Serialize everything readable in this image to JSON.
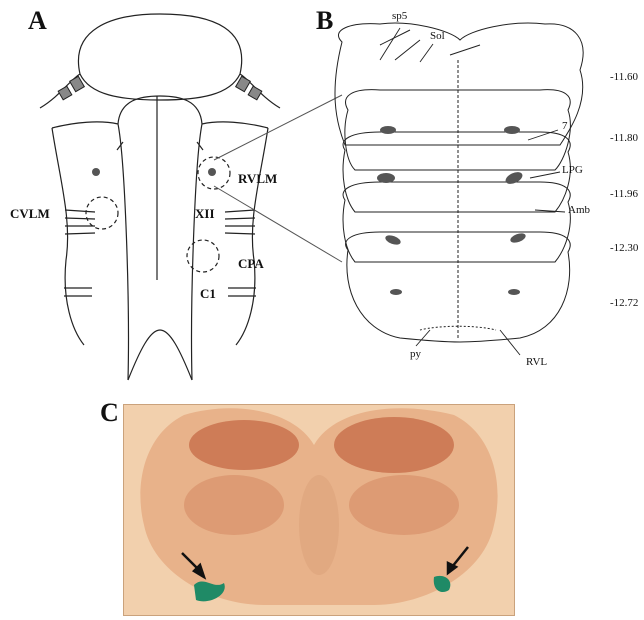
{
  "panels": {
    "a": "A",
    "b": "B",
    "c": "C"
  },
  "panel_a": {
    "labels": {
      "rvlm": "RVLM",
      "cvlm": "CVLM",
      "xii": "XII",
      "cpa": "CPA",
      "c1": "C1"
    }
  },
  "panel_b": {
    "labels": {
      "sp5": "sp5",
      "sol": "Sol",
      "n7": "7",
      "lpg": "LPG",
      "amb": "Amb",
      "py": "py",
      "rvl": "RVL"
    },
    "coordinates": [
      "-11.60",
      "-11.80",
      "-11.96",
      "-12.30",
      "-12.72"
    ]
  },
  "colors": {
    "line": "#222222",
    "dot": "#555555",
    "tissue": "#f0c9a3",
    "stain_red": "#b8502e",
    "stain_green": "#1f8a66"
  }
}
